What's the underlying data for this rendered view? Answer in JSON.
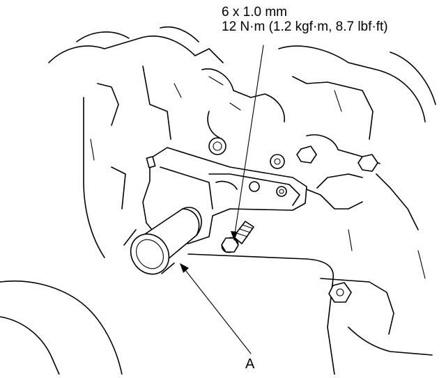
{
  "spec": {
    "line1": "6 x 1.0 mm",
    "line2": "12 N·m (1.2 kgf·m, 8.7 lbf·ft)"
  },
  "callout": {
    "label": "A"
  }
}
